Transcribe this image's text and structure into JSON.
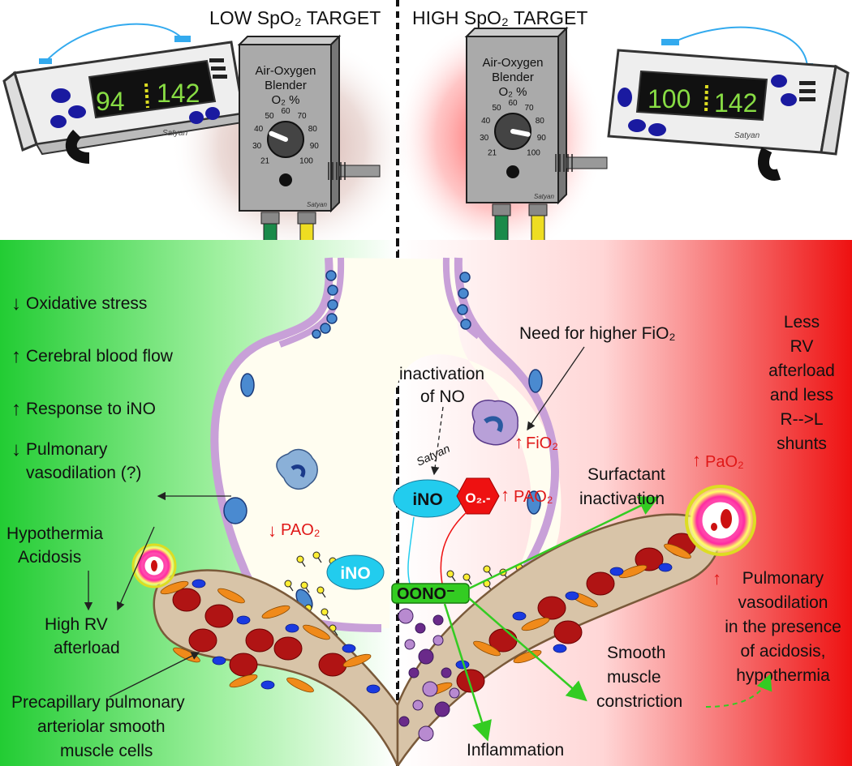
{
  "headers": {
    "left": "LOW SpO₂ TARGET",
    "right": "HIGH SpO₂ TARGET"
  },
  "monitor_left": {
    "spo2": "94",
    "heart_rate": "142",
    "brand": "Satyan"
  },
  "monitor_right": {
    "spo2": "100",
    "heart_rate": "142",
    "brand": "Satyan"
  },
  "blender": {
    "title_line1": "Air-Oxygen",
    "title_line2": "Blender",
    "title_line3": "O₂ %",
    "dial_ticks": [
      "21",
      "30",
      "40",
      "50",
      "60",
      "70",
      "80",
      "90",
      "100"
    ],
    "left_setting": "40",
    "right_setting": "90",
    "brand": "Satyan"
  },
  "left_panel": {
    "oxidative": "Oxidative stress",
    "cerebral": "Cerebral blood flow",
    "ino_response": "Response to iNO",
    "pulm_line1": "Pulmonary",
    "pulm_line2": "vasodilation (?)",
    "hypothermia": "Hypothermia",
    "acidosis": "Acidosis",
    "high_rv1": "High RV",
    "high_rv2": "afterload",
    "precap1": "Precapillary pulmonary",
    "precap2": "arteriolar smooth",
    "precap3": "muscle cells",
    "pao2": "PAO₂",
    "ino": "iNO"
  },
  "right_panel": {
    "need_fio2": "Need for higher FiO₂",
    "inactivation1": "inactivation",
    "inactivation2": "of NO",
    "fio2": "FiO₂",
    "pao2_alv": "PAO₂",
    "o2_radical": "O₂.-",
    "ino": "iNO",
    "oono": "OONO⁻",
    "surfactant1": "Surfactant",
    "surfactant2": "inactivation",
    "pao2_art": "PaO₂",
    "less_rv": [
      "Less",
      "RV",
      "afterload",
      "and less",
      "R-->L",
      "shunts"
    ],
    "pulm_vaso": [
      "Pulmonary",
      "vasodilation",
      "in the presence",
      "of acidosis,",
      "hypothermia"
    ],
    "smooth1": "Smooth",
    "smooth2": "muscle",
    "smooth3": "constriction",
    "inflammation": "Inflammation",
    "signature": "Satyan"
  },
  "colors": {
    "left_green": "#22cc33",
    "right_red": "#ee1111",
    "ino_cyan": "#22ccee",
    "radical_red": "#ee1111",
    "oono_green": "#33cc22",
    "text_red": "#e01818",
    "lcd_green": "#88dd44"
  }
}
